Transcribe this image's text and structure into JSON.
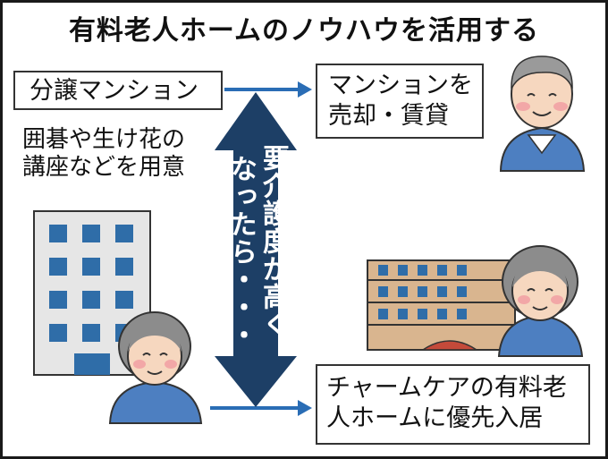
{
  "title": "有料老人ホームのノウハウを活用する",
  "left": {
    "condo_label": "分譲マンション",
    "activities": [
      "囲碁や生け花の",
      "講座などを用意"
    ]
  },
  "center_arrow": {
    "lines": [
      "要介護度が高く",
      "なったら・・・"
    ],
    "color": "#1d3f66"
  },
  "right": {
    "sell_rent": [
      "マンションを",
      "売却・賃貸"
    ],
    "priority": [
      "チャームケアの有料老",
      "人ホームに優先入居"
    ]
  },
  "colors": {
    "arrow": "#2a6db5",
    "building_windows": "#2f6da8",
    "building_body": "#e6e6e6",
    "home_body": "#d9b58f",
    "shirt": "#4d7fc1"
  }
}
